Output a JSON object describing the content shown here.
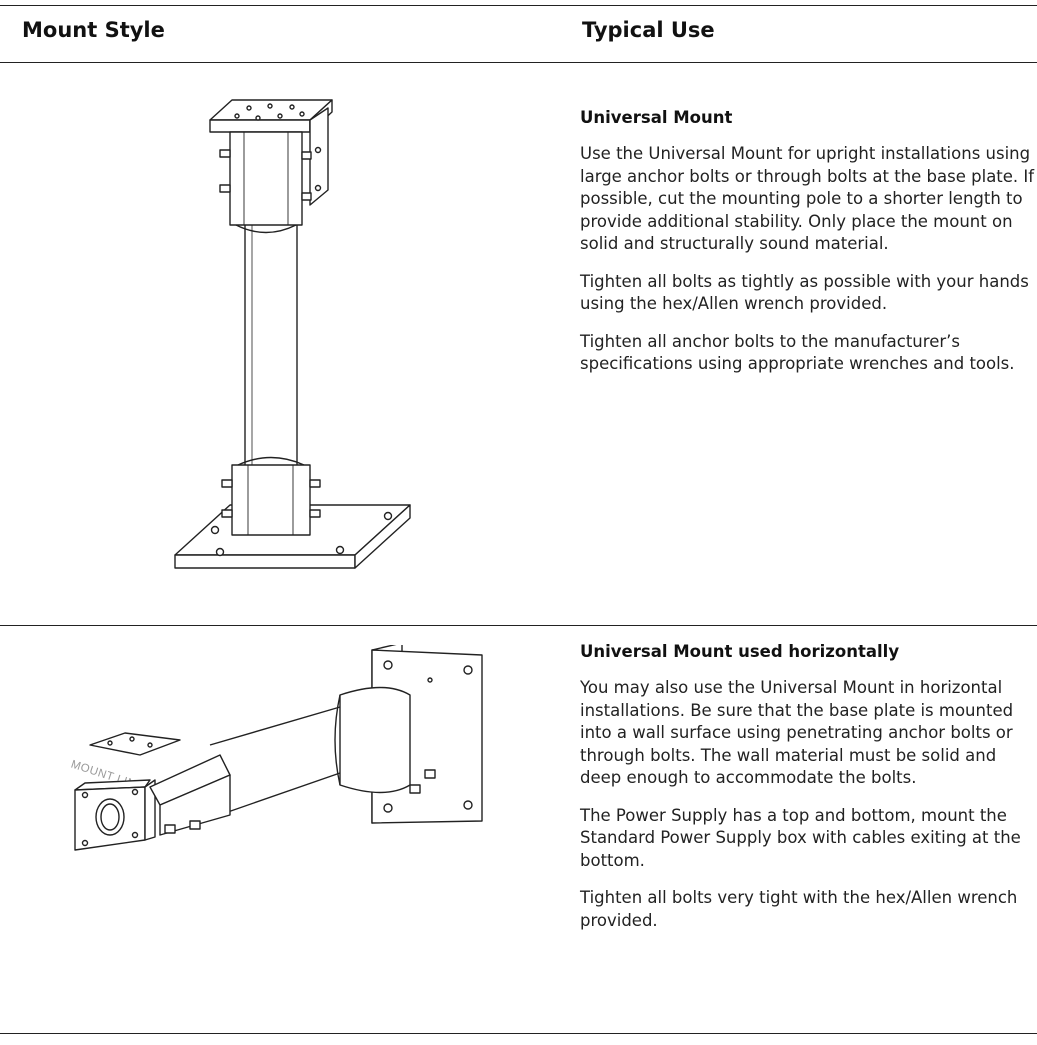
{
  "table": {
    "headers": {
      "mount_style": "Mount Style",
      "typical_use": "Typical Use"
    },
    "rows": [
      {
        "title": "Universal Mount",
        "paragraphs": [
          "Use the Universal Mount for upright installations using large anchor bolts or through bolts at the base plate. If possible, cut the mounting pole to a shorter length to provide additional stability. Only place the mount on solid and structurally sound material.",
          "Tighten all bolts as tightly as possible with your hands using the hex/Allen wrench provided.",
          "Tighten all anchor bolts to the manufacturer’s specifications using appropriate wrenches and tools."
        ]
      },
      {
        "title": "Universal Mount used horizontally",
        "figure_label": "MOUNT LINKHEAD HERE",
        "paragraphs": [
          "You may also use the Universal Mount in horizontal installations. Be sure that the base plate is mounted into a wall surface using penetrating anchor bolts or through bolts. The wall material must be solid and deep enough to accommodate the bolts.",
          "The Power Supply has a top and bottom, mount the Standard Power Supply box with cables exiting at the bottom.",
          "Tighten all bolts very tight with the hex/Allen wrench provided."
        ]
      }
    ]
  }
}
